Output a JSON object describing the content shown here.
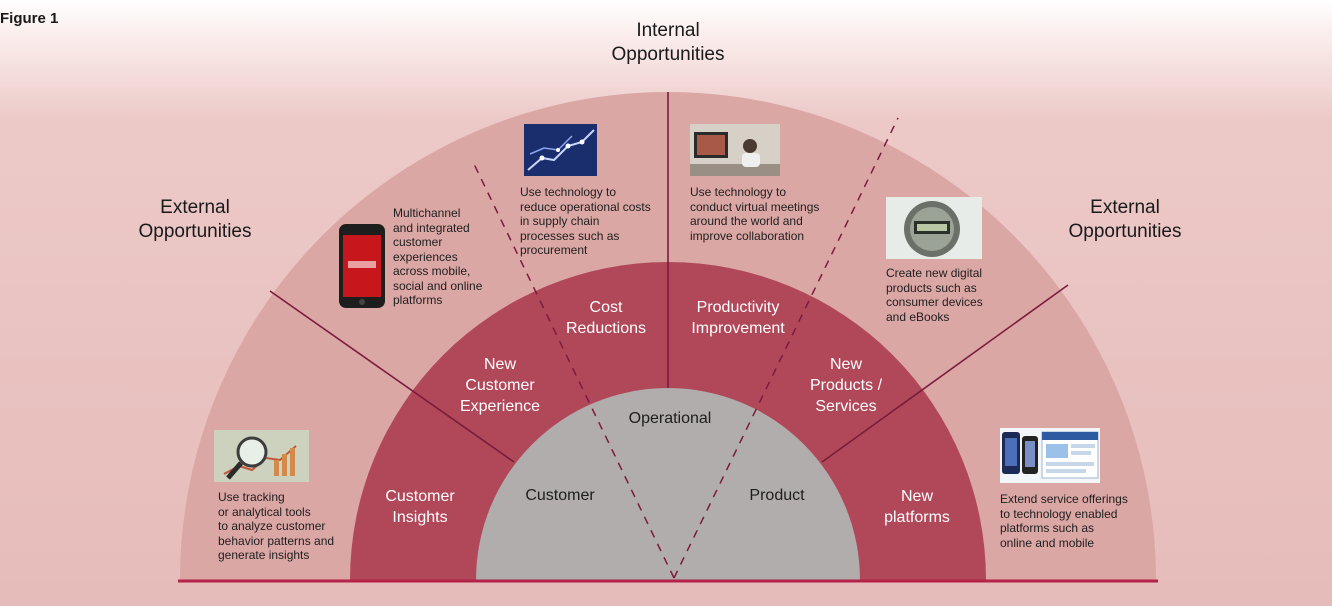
{
  "figure_label": "Figure 1",
  "headings": {
    "internal": [
      "Internal",
      "Opportunities"
    ],
    "external_left": [
      "External",
      "Opportunities"
    ],
    "external_right": [
      "External",
      "Opportunities"
    ]
  },
  "core_labels": {
    "customer": "Customer",
    "operational": "Operational",
    "product": "Product"
  },
  "segments": {
    "customer_insights": [
      "Customer",
      "Insights"
    ],
    "new_customer_experience": [
      "New",
      "Customer",
      "Experience"
    ],
    "cost_reductions": [
      "Cost",
      "Reductions"
    ],
    "productivity_improvement": [
      "Productivity",
      "Improvement"
    ],
    "new_products_services": [
      "New",
      "Products /",
      "Services"
    ],
    "new_platforms": [
      "New",
      "platforms"
    ]
  },
  "descriptions": {
    "analytics": [
      "Use tracking",
      "or analytical tools",
      "to analyze customer",
      "behavior patterns and",
      "generate insights"
    ],
    "multichannel": [
      "Multichannel",
      "and integrated",
      "customer",
      "experiences",
      "across mobile,",
      "social and online",
      "platforms"
    ],
    "supply_chain": [
      "Use technology to",
      "reduce operational costs",
      "in supply chain",
      "processes such as",
      "procurement"
    ],
    "virtual_meetings": [
      "Use technology to",
      "conduct virtual meetings",
      "around the world and",
      "improve collaboration"
    ],
    "digital_products": [
      "Create new digital",
      "products such as",
      "consumer devices",
      "and eBooks"
    ],
    "service_platforms": [
      "Extend service offerings",
      "to technology enabled",
      "platforms such as",
      "online and mobile"
    ]
  },
  "images": {
    "analytics": "magnifying-glass-chart-photo",
    "multichannel": "mobile-phone-photo",
    "supply_chain": "supply-chain-network-photo",
    "virtual_meetings": "video-conference-photo",
    "digital_products": "digital-meter-device-photo",
    "service_platforms": "web-and-mobile-platforms-photo"
  },
  "colors": {
    "outer_ring": "#dba7a5",
    "middle_ring": "#b0485a",
    "core": "#b1adac",
    "lines": "#7a1c3c",
    "baseline": "#b4224a"
  }
}
